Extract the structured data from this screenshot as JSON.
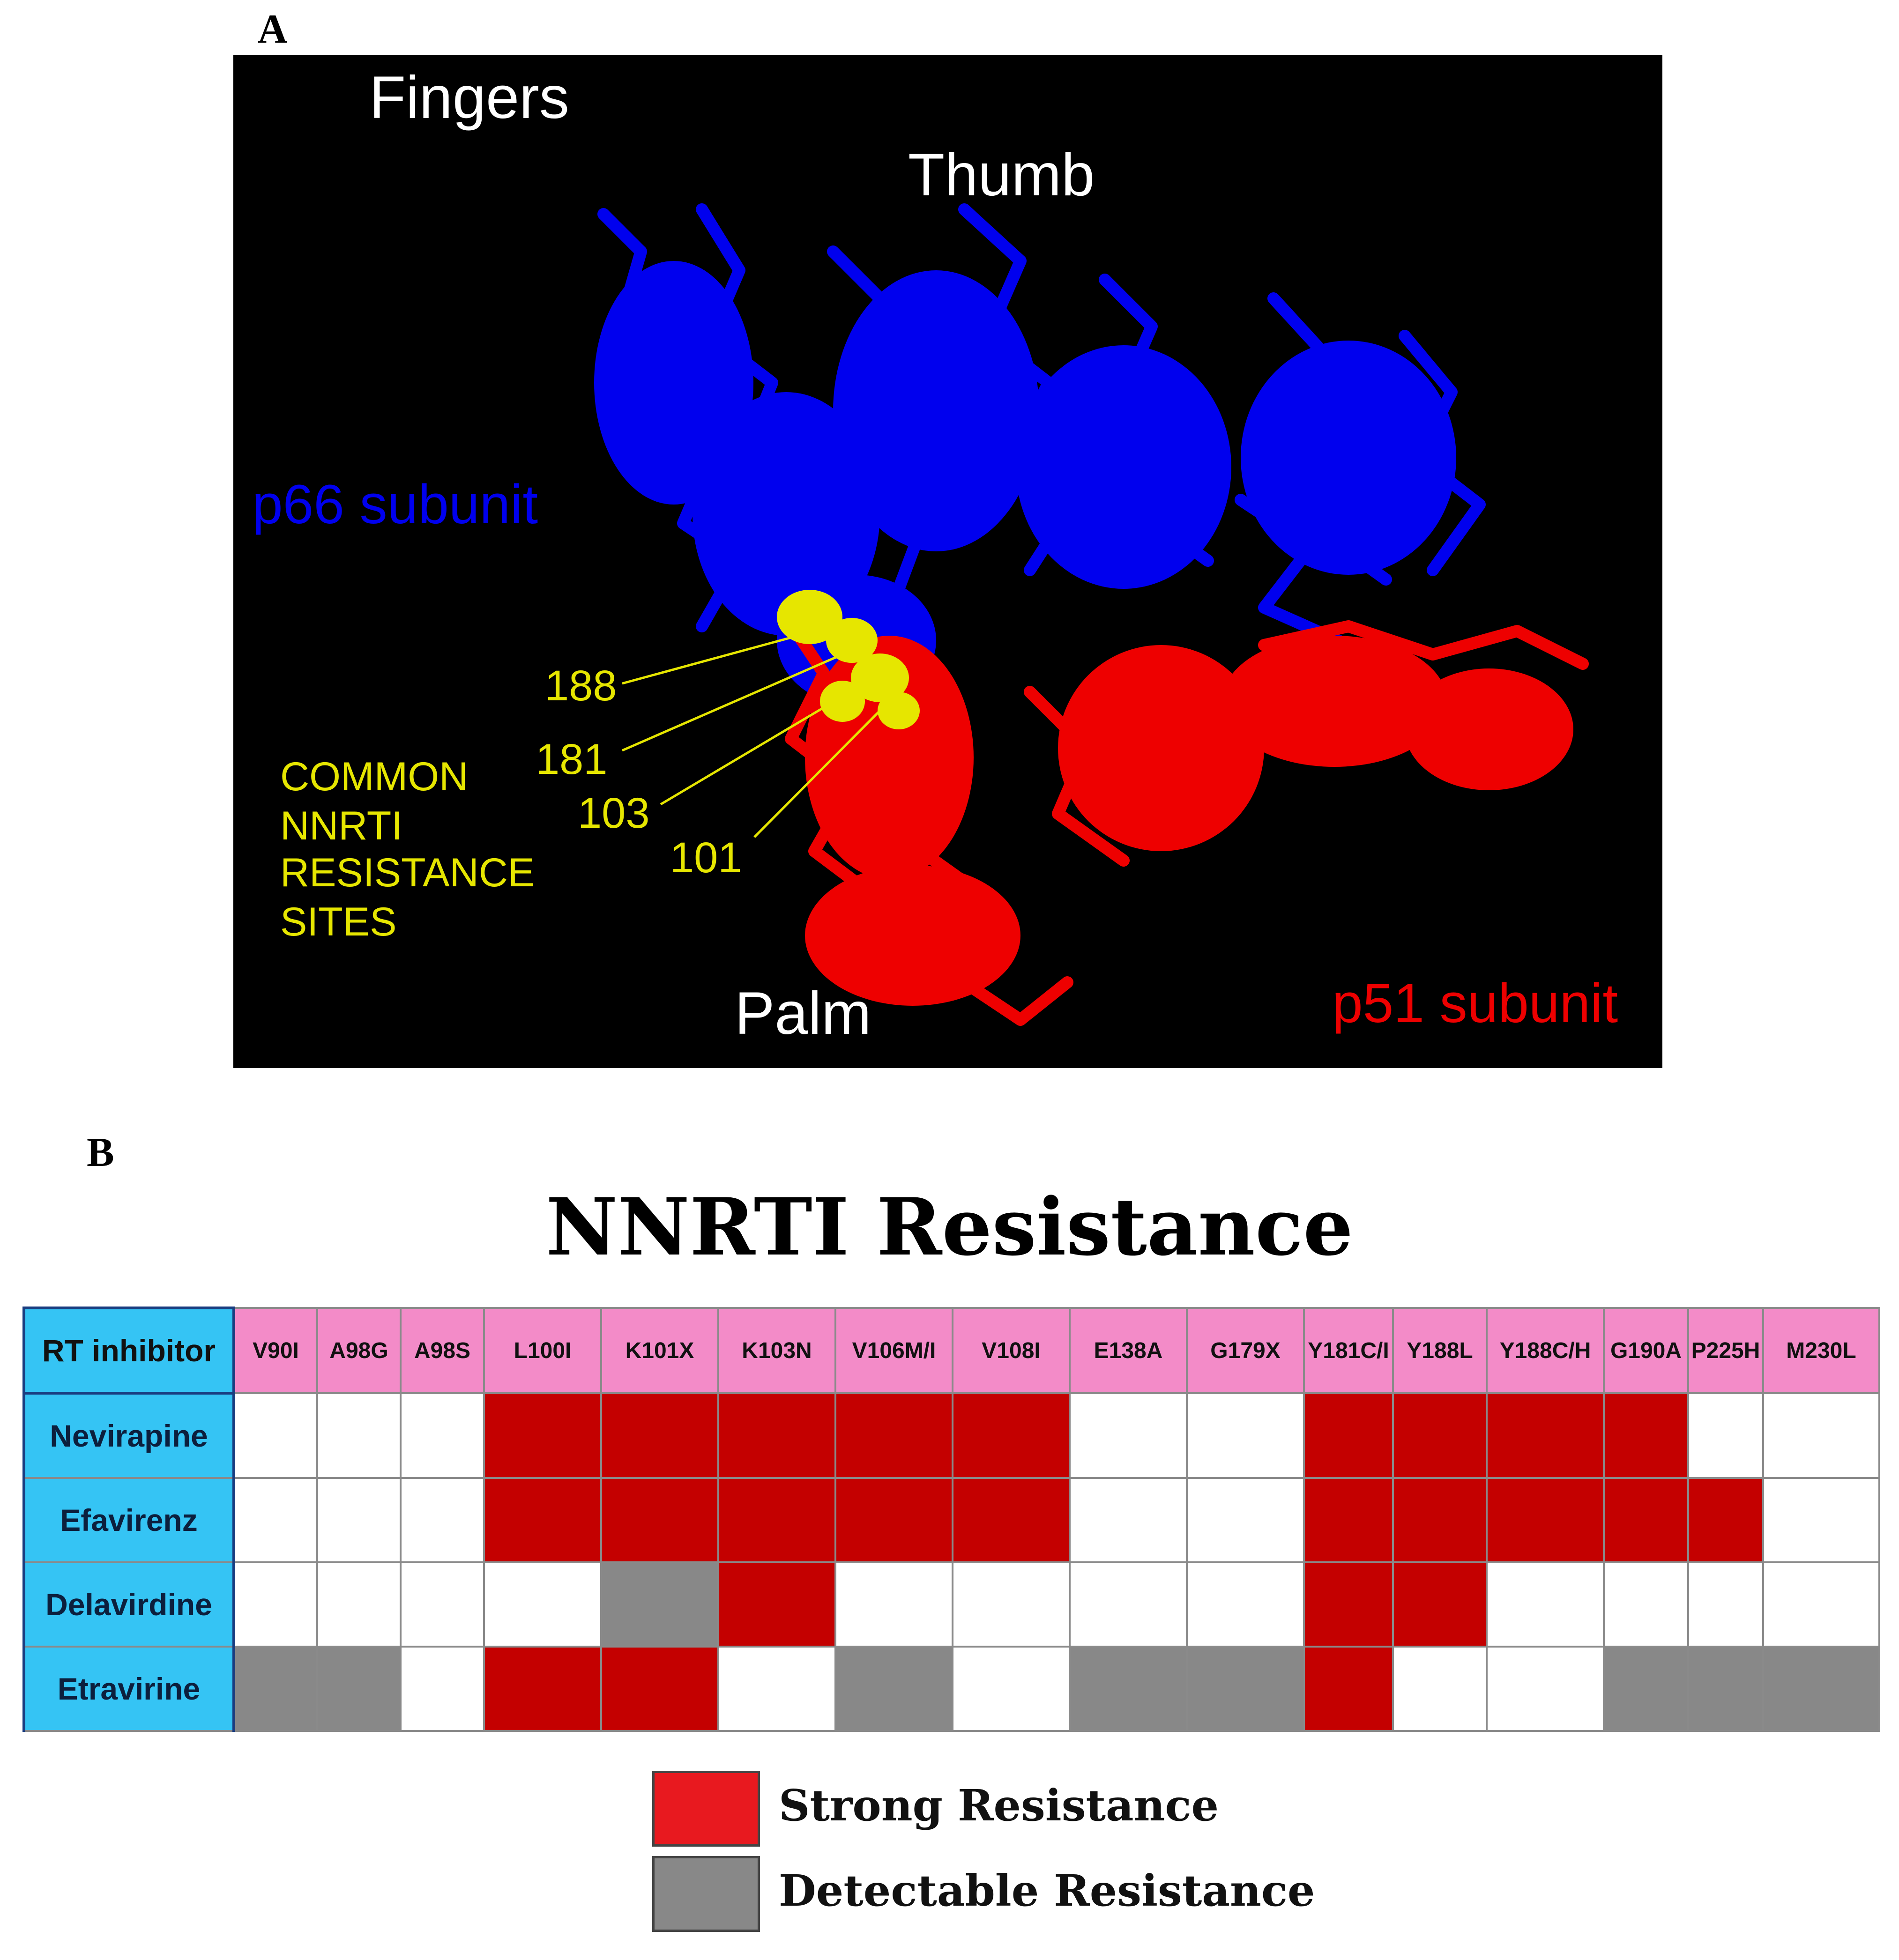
{
  "panel_a": {
    "label": "A",
    "domains": {
      "fingers": "Fingers",
      "thumb": "Thumb",
      "palm": "Palm"
    },
    "subunits": {
      "p66": "p66 subunit",
      "p51": "p51 subunit"
    },
    "sites_caption": [
      "COMMON",
      "NNRTI",
      "RESISTANCE",
      "SITES"
    ],
    "site_numbers": [
      "188",
      "181",
      "103",
      "101"
    ],
    "colors": {
      "p66": "#0000ee",
      "p51": "#ee0000",
      "sites": "#e6e600",
      "background": "#000000"
    }
  },
  "panel_b": {
    "label": "B",
    "title": "NNRTI Resistance",
    "corner_header": "RT inhibitor",
    "mutations": [
      "V90I",
      "A98G",
      "A98S",
      "L100I",
      "K101X",
      "K103N",
      "V106M/I",
      "V108I",
      "E138A",
      "G179X",
      "Y181C/I",
      "Y188L",
      "Y188C/H",
      "G190A",
      "P225H",
      "M230L"
    ],
    "rows": [
      {
        "drug": "Nevirapine",
        "cells": [
          "none",
          "none",
          "none",
          "strong",
          "strong",
          "strong",
          "strong",
          "strong",
          "none",
          "none",
          "strong",
          "strong",
          "strong",
          "strong",
          "none",
          "none"
        ]
      },
      {
        "drug": "Efavirenz",
        "cells": [
          "none",
          "none",
          "none",
          "strong",
          "strong",
          "strong",
          "strong",
          "strong",
          "none",
          "none",
          "strong",
          "strong",
          "strong",
          "strong",
          "strong",
          "none"
        ]
      },
      {
        "drug": "Delavirdine",
        "cells": [
          "none",
          "none",
          "none",
          "none",
          "detect",
          "strong",
          "none",
          "none",
          "none",
          "none",
          "strong",
          "strong",
          "none",
          "none",
          "none",
          "none"
        ]
      },
      {
        "drug": "Etravirine",
        "cells": [
          "detect",
          "detect",
          "none",
          "strong",
          "strong",
          "none",
          "detect",
          "none",
          "detect",
          "detect",
          "strong",
          "none",
          "none",
          "detect",
          "detect",
          "detect"
        ]
      }
    ],
    "legend": [
      {
        "key": "strong",
        "label": "Strong Resistance",
        "color": "#e8191f"
      },
      {
        "key": "detect",
        "label": "Detectable Resistance",
        "color": "#888888"
      }
    ]
  }
}
